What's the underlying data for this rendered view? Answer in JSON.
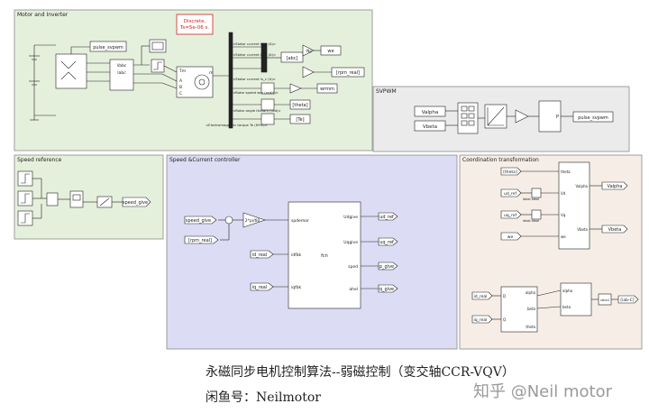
{
  "colors": {
    "motor_bg": "#e5f0dc",
    "svpwm_bg": "#ebebeb",
    "speed_ref_bg": "#e5f0dc",
    "speed_current_bg": "#dcdcf5",
    "coord_bg": "#f5ede6",
    "border": "#8a8a8a",
    "block_fill": "#ffffff",
    "block_stroke": "#222222",
    "gain_fill": "#ffffff",
    "red": "#cc2222"
  },
  "subsystems": {
    "motor_inverter": "Motor and Inverter",
    "svpwm": "SVPWM",
    "speed_reference": "Speed reference",
    "speed_current": "Speed &Current controller",
    "coordination": "Coordination transformation"
  },
  "motor_inverter": {
    "discrete_line1": "Discrete,",
    "discrete_line2": "Ts=5e-06 s.",
    "pulse_tag": "pulse_svpwm",
    "vabc_label": "Vabc",
    "iabc_label": "Iabc",
    "tm_label": "Tm",
    "m_label": "m",
    "a_label": "A",
    "b_label": "B",
    "c_label": "C",
    "bus_labels": [
      "<Stator current is_a (A)>",
      "<Stator current is_b (A)>",
      "<Stator current is_c (A)>",
      "<Rotor speed wm (rad/s)>",
      "<Rotor angle thetam (rad)>",
      "<Electromagnetic torque Te (N*m)>"
    ],
    "abc_tag": "[abc]",
    "we_tag": "we",
    "rpm_real_tag": "[rpm_real]",
    "wm_tag": "wrmm",
    "theta_tag": "[theta]",
    "te_tag": "[Te]",
    "gain_np": "Np"
  },
  "svpwm": {
    "valpha": "Valpha",
    "vbeta": "Vbeta",
    "pulse": "pulse_svpwm",
    "p_port": "P"
  },
  "speed_reference": {
    "speed_give": "speed_give"
  },
  "speed_current": {
    "speed_give": "speed_give",
    "rpm_real": "[rpm_real]",
    "id_real": "id_real",
    "iq_real": "iq_real",
    "gain": "2*pi/60",
    "fcn_label": "fcn",
    "in_ports": [
      "spdemor",
      "idfbk",
      "iqfbk"
    ],
    "out_ports": [
      "Udgive",
      "Uqgive",
      "sped",
      "ahel"
    ],
    "outputs": [
      "ud_ref",
      "uq_ref",
      "p_give",
      "q_give"
    ]
  },
  "coordination": {
    "inputs": [
      "theta",
      "ud_ref",
      "uq_ref",
      "we"
    ],
    "inputs_tags": [
      "[theta]",
      "ud_ref",
      "uq_ref",
      "we"
    ],
    "mid_labels": [
      "ideal ideal",
      "ideal ideal"
    ],
    "block1_in_ports": [
      "theta",
      "Vd",
      "Vq",
      "we"
    ],
    "block1_out_ports": [
      "Valpha",
      "Vbeta"
    ],
    "outputs": [
      "Valpha",
      "Vbeta"
    ],
    "id_real": "id_real",
    "iq_real": "iq_real",
    "block2_ports": [
      "alpha",
      "beta",
      "theta"
    ],
    "block2_left": [
      "D",
      "Q"
    ],
    "block3_ports": [
      "alpha",
      "beta"
    ],
    "labc_tag": "[iab-C]",
    "labc_inner": "iabcd"
  },
  "captions": {
    "title": "永磁同步电机控制算法--弱磁控制（变交轴CCR-VQV）",
    "subtitle": "闲鱼号：Neilmotor",
    "watermark": "知乎 @Neil motor"
  }
}
